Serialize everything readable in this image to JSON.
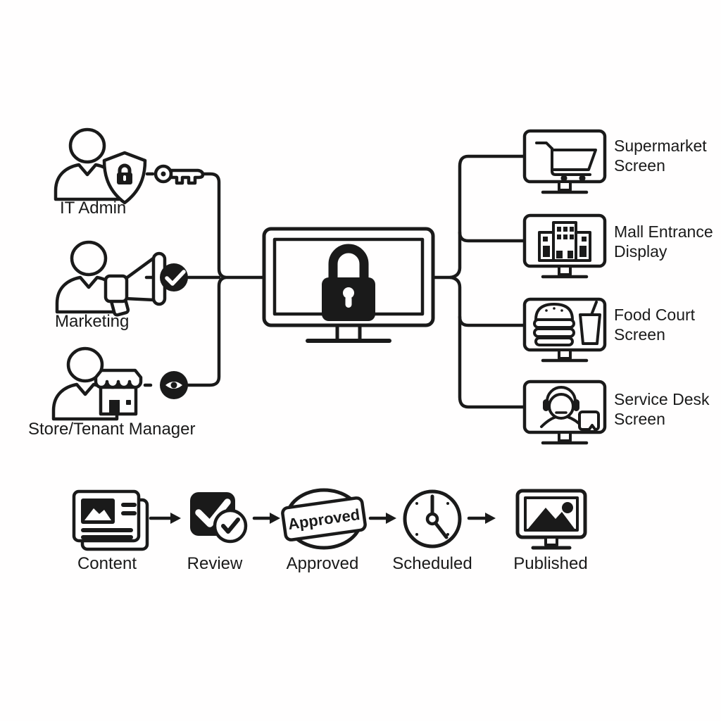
{
  "colors": {
    "ink": "#1a1a1a",
    "background": "#fffefe"
  },
  "roles": [
    {
      "label": "IT Admin",
      "icons": [
        "user-icon",
        "shield-lock-icon",
        "key-icon"
      ]
    },
    {
      "label": "Marketing",
      "icons": [
        "user-icon",
        "megaphone-icon",
        "check-badge-icon"
      ]
    },
    {
      "label": "Store/Tenant Manager",
      "icons": [
        "user-icon",
        "storefront-icon",
        "eye-badge-icon"
      ]
    }
  ],
  "hub": {
    "icon": "locked-monitor-icon"
  },
  "screens": [
    {
      "label": "Supermarket Screen",
      "icon": "cart-icon"
    },
    {
      "label": "Mall Entrance Display",
      "icon": "building-icon"
    },
    {
      "label": "Food Court Screen",
      "icon": "burger-drink-icon"
    },
    {
      "label": "Service Desk Screen",
      "icon": "support-agent-icon"
    }
  ],
  "workflow": {
    "steps": [
      {
        "label": "Content",
        "icon": "document-image-icon"
      },
      {
        "label": "Review",
        "icon": "double-check-icon"
      },
      {
        "label": "Approved",
        "icon": "approved-stamp-icon",
        "stamp_text": "Approved"
      },
      {
        "label": "Scheduled",
        "icon": "clock-icon"
      },
      {
        "label": "Published",
        "icon": "published-monitor-icon"
      }
    ]
  }
}
